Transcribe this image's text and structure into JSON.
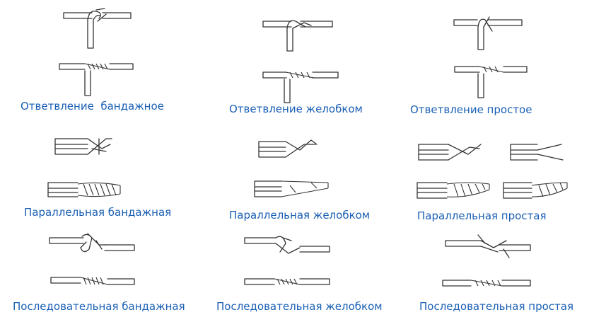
{
  "colors": {
    "caption": "#1a5fb4",
    "line": "#333333",
    "background": "#ffffff"
  },
  "captions": {
    "branch_bandage": "Ответвление  бандажное",
    "branch_groove": "Ответвление желобком",
    "branch_simple": "Ответвление простое",
    "parallel_bandage": "Параллельная бандажная",
    "parallel_groove": "Параллельная желобком",
    "parallel_simple": "Параллельная простая",
    "serial_bandage": "Последовательная бандажная",
    "serial_groove": "Последовательная желобком",
    "serial_simple": "Последовательная простая"
  }
}
